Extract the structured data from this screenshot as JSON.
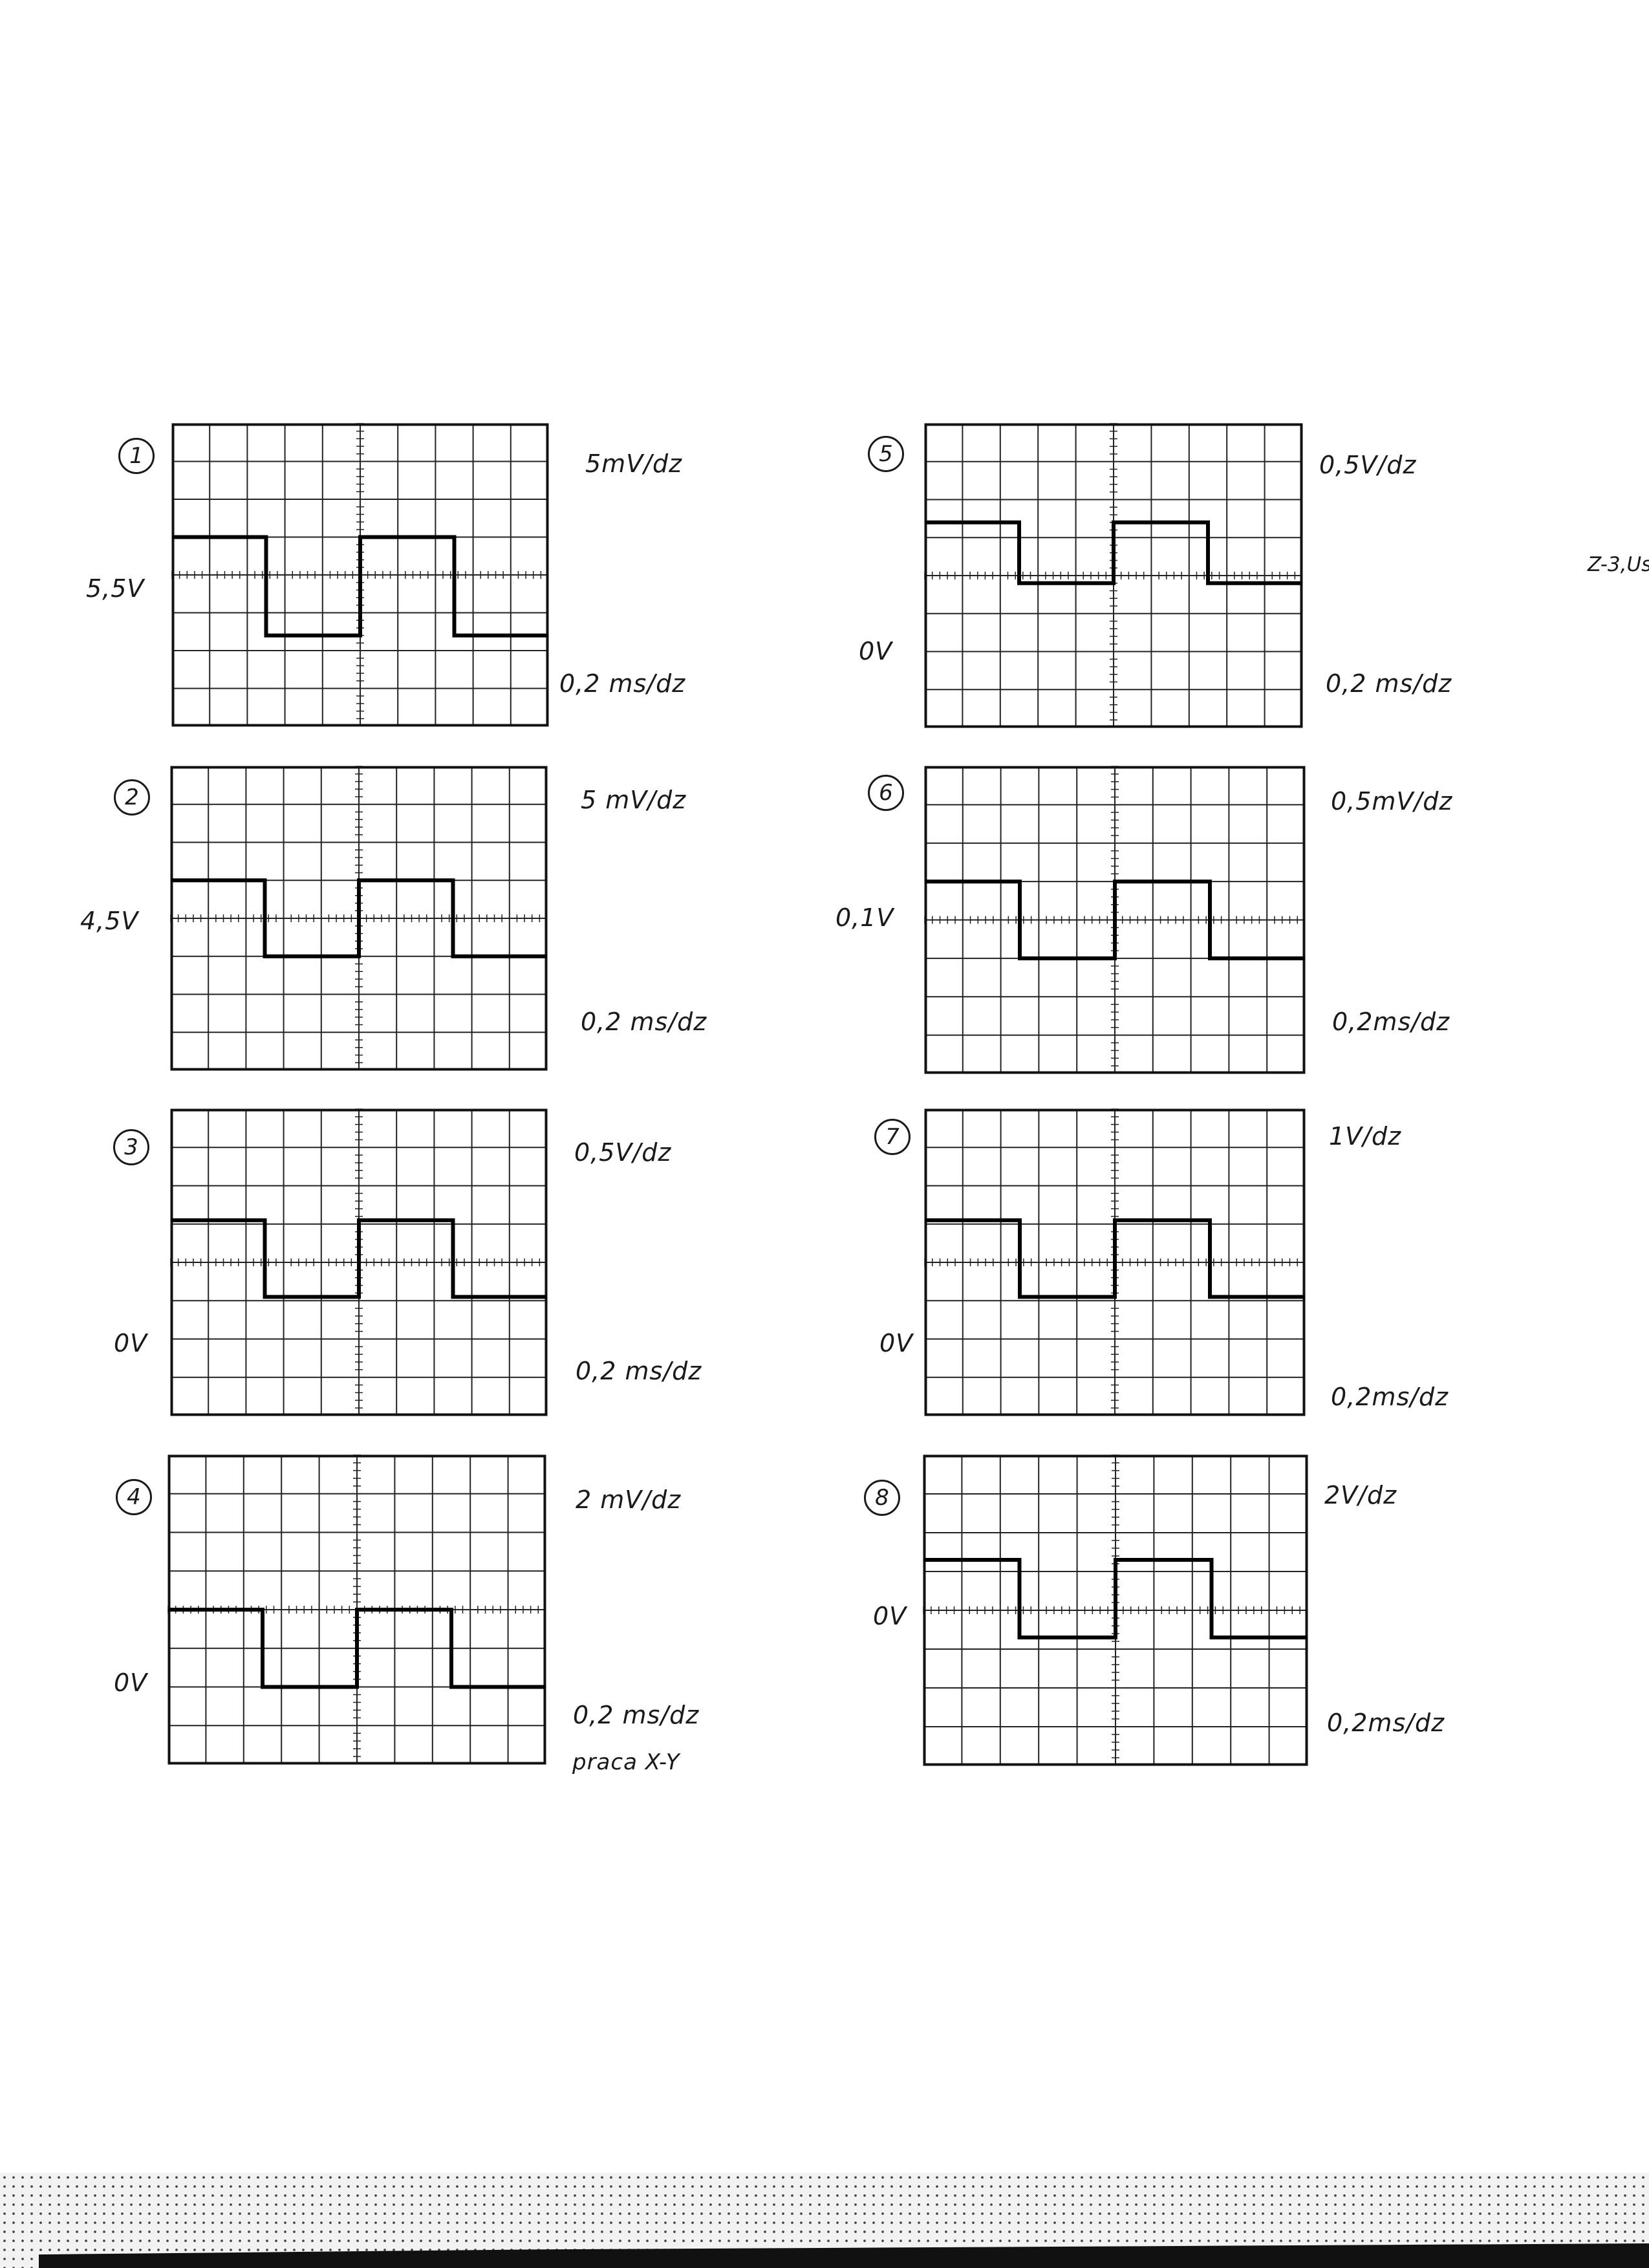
{
  "side_label": "Z-3,Us",
  "panels": [
    {
      "number": "1",
      "volts_per_div": "5mV/dz",
      "time_per_div": "0,2 ms/dz",
      "level": "5,5V",
      "extra": "",
      "wave": {
        "high": 3.0,
        "low": 5.6,
        "offset_div": 0,
        "period_div": 5
      }
    },
    {
      "number": "2",
      "volts_per_div": "5 mV/dz",
      "time_per_div": "0,2 ms/dz",
      "level": "4,5V",
      "extra": "",
      "wave": {
        "high": 3.0,
        "low": 5.0,
        "offset_div": 0,
        "period_div": 5
      }
    },
    {
      "number": "3",
      "volts_per_div": "0,5V/dz",
      "time_per_div": "0,2 ms/dz",
      "level": "0V",
      "extra": "",
      "wave": {
        "high": 2.9,
        "low": 4.9,
        "offset_div": 0,
        "period_div": 5
      }
    },
    {
      "number": "4",
      "volts_per_div": "2 mV/dz",
      "time_per_div": "0,2 ms/dz",
      "level": "0V",
      "extra": "praca X-Y",
      "wave": {
        "high": 4.0,
        "low": 6.0,
        "offset_div": 0,
        "period_div": 5
      }
    },
    {
      "number": "5",
      "volts_per_div": "0,5V/dz",
      "time_per_div": "0,2 ms/dz",
      "level": "0V",
      "extra": "",
      "wave": {
        "high": 2.6,
        "low": 4.2,
        "offset_div": 0,
        "period_div": 5
      }
    },
    {
      "number": "6",
      "volts_per_div": "0,5mV/dz",
      "time_per_div": "0,2ms/dz",
      "level": "0,1V",
      "extra": "",
      "wave": {
        "high": 3.0,
        "low": 5.0,
        "offset_div": 0,
        "period_div": 5
      }
    },
    {
      "number": "7",
      "volts_per_div": "1V/dz",
      "time_per_div": "0,2ms/dz",
      "level": "0V",
      "extra": "",
      "wave": {
        "high": 2.9,
        "low": 4.9,
        "offset_div": 0,
        "period_div": 5
      }
    },
    {
      "number": "8",
      "volts_per_div": "2V/dz",
      "time_per_div": "0,2ms/dz",
      "level": "0V",
      "extra": "",
      "wave": {
        "high": 2.7,
        "low": 4.7,
        "offset_div": 0,
        "period_div": 5
      }
    }
  ]
}
